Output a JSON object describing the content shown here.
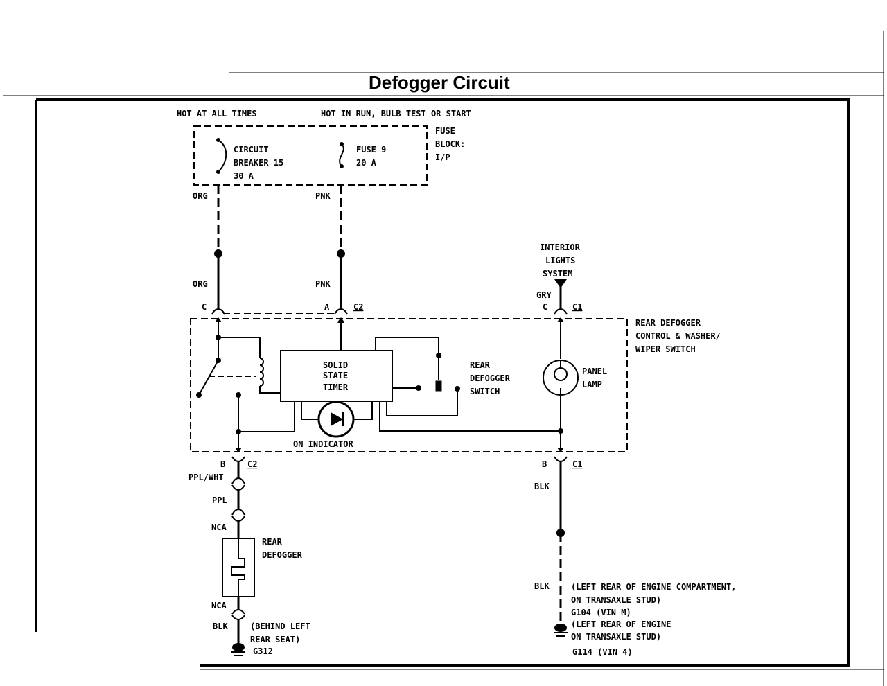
{
  "title": "Defogger Circuit",
  "labels": {
    "hot_all_times": "HOT AT ALL TIMES",
    "hot_in_run": "HOT IN RUN, BULB TEST OR START",
    "fuse_block": [
      "FUSE",
      "BLOCK:",
      "I/P"
    ],
    "circuit_breaker": [
      "CIRCUIT",
      "BREAKER 15",
      "30 A"
    ],
    "fuse": [
      "FUSE 9",
      "20 A"
    ],
    "org": "ORG",
    "pnk": "PNK",
    "interior_lights": [
      "INTERIOR",
      "LIGHTS",
      "SYSTEM"
    ],
    "gry": "GRY",
    "conn_c": "C",
    "conn_a": "A",
    "conn_b": "B",
    "c1": "C1",
    "c2": "C2",
    "control_switch": [
      "REAR DEFOGGER",
      "CONTROL & WASHER/",
      "WIPER SWITCH"
    ],
    "solid_state_timer": [
      "SOLID",
      "STATE",
      "TIMER"
    ],
    "rear_defogger_switch": [
      "REAR",
      "DEFOGGER",
      "SWITCH"
    ],
    "panel_lamp": [
      "PANEL",
      "LAMP"
    ],
    "on_indicator": "ON INDICATOR",
    "ppl_wht": "PPL/WHT",
    "ppl": "PPL",
    "nca": "NCA",
    "blk": "BLK",
    "rear_defogger": [
      "REAR",
      "DEFOGGER"
    ],
    "behind_left": [
      "(BEHIND LEFT",
      "REAR SEAT)"
    ],
    "g312": "G312",
    "left_rear_1": [
      "(LEFT REAR OF ENGINE COMPARTMENT,",
      "ON TRANSAXLE STUD)"
    ],
    "g104": "G104      (VIN M)",
    "left_rear_2": [
      "(LEFT REAR OF ENGINE",
      "ON TRANSAXLE STUD)"
    ],
    "g114": "G114      (VIN 4)"
  }
}
